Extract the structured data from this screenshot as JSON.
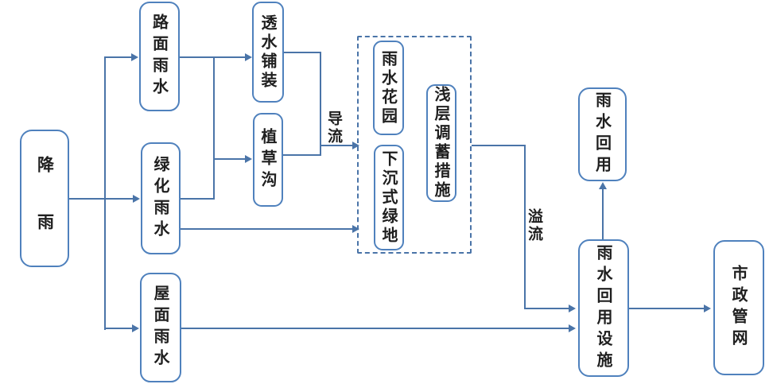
{
  "diagram": {
    "type": "flowchart",
    "language": "zh-CN",
    "colors": {
      "line": "#4a74a8",
      "box_border": "#4f81bd",
      "text": "#1f1f1f",
      "background": "#ffffff"
    },
    "nodes": {
      "rainfall": {
        "label": "降　雨"
      },
      "road_runoff": {
        "label": "路面雨水"
      },
      "green_runoff": {
        "label": "绿化雨水"
      },
      "roof_runoff": {
        "label": "屋面雨水"
      },
      "permeable_pavement": {
        "label": "透水铺装"
      },
      "grass_swale": {
        "label": "植草沟"
      },
      "rain_garden": {
        "label": "雨水花园"
      },
      "sunken_greenbelt": {
        "label": "下沉式绿地"
      },
      "shallow_storage": {
        "label": "浅层调蓄措施"
      },
      "rainwater_reuse": {
        "label": "雨水回用"
      },
      "reuse_facility": {
        "label": "雨水回用设施"
      },
      "municipal_network": {
        "label": "市政管网"
      }
    },
    "edge_labels": {
      "diversion": {
        "label": "导流"
      },
      "overflow": {
        "label": "溢流"
      }
    }
  }
}
